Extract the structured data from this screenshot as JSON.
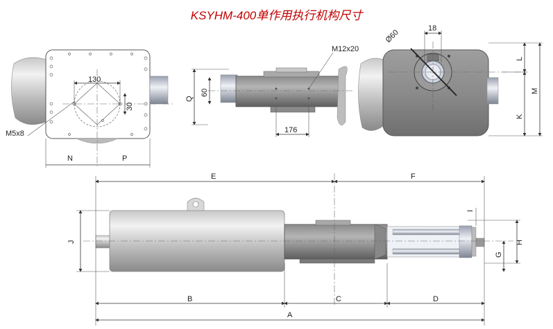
{
  "title": "KSYHM-400单作用执行机构尺寸",
  "labels": {
    "d130": "130",
    "d30": "30",
    "m5x8": "M5x8",
    "N": "N",
    "P": "P",
    "d60": "60",
    "Q": "Q",
    "m12x20": "M12x20",
    "d176": "176",
    "phi60": "Ø60",
    "d18": "18",
    "L": "L",
    "M": "M",
    "K": "K",
    "E": "E",
    "F": "F",
    "J": "J",
    "I": "I",
    "H": "H",
    "G": "G",
    "B": "B",
    "C": "C",
    "D": "D",
    "A": "A"
  }
}
